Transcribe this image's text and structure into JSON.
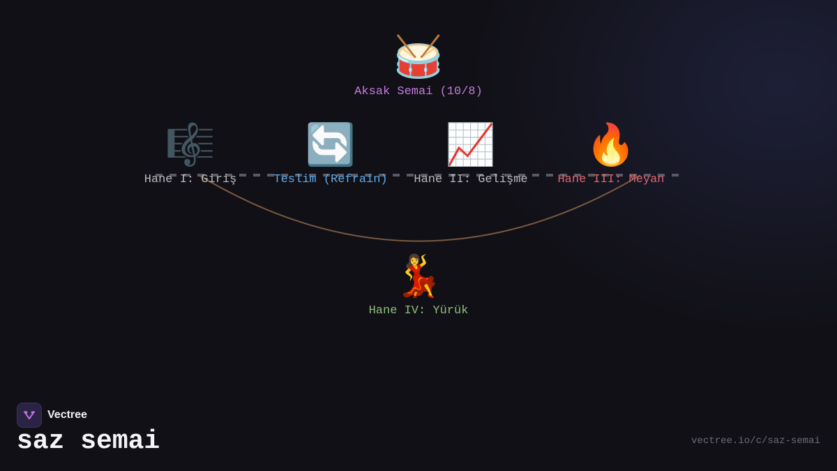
{
  "diagram": {
    "meter": {
      "icon": "drum-icon",
      "glyph": "🥁",
      "label": "Aksak Semai (10/8)"
    },
    "sections": [
      {
        "icon": "musical-score-icon",
        "glyph": "🎼",
        "label": "Hane I: Giriş"
      },
      {
        "icon": "repeat-arrows-icon",
        "glyph": "🔄",
        "label": "Teslim (Refrain)"
      },
      {
        "icon": "chart-increasing-icon",
        "glyph": "📈",
        "label": "Hane II: Gelişme"
      },
      {
        "icon": "fire-icon",
        "glyph": "🔥",
        "label": "Hane III: Meyan"
      }
    ],
    "finale": {
      "icon": "dancer-icon",
      "glyph": "💃",
      "label": "Hane IV: Yürük"
    }
  },
  "colors": {
    "meter_label": "#c27be0",
    "teslim_label": "#5fa9ea",
    "meyan_label": "#e0646c",
    "yuruk_label": "#8fc07a",
    "timeline": "#5a5a66",
    "arc": "#7a5a40"
  },
  "brand": {
    "name": "Vectree",
    "logo_icon": "vectree-logo-icon"
  },
  "footer": {
    "title": "saz semai",
    "url": "vectree.io/c/saz-semai"
  }
}
